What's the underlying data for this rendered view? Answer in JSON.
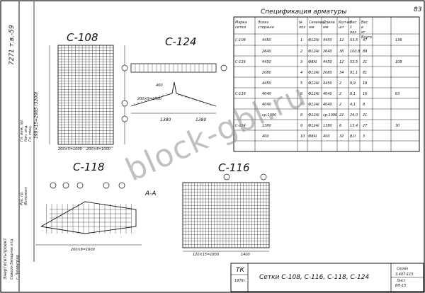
{
  "drawing": {
    "corner_label": "83",
    "side_stamp": "7271 т.в.-59",
    "watermark": "block-gbl.ru",
    "views": {
      "c108": "С-108",
      "c124": "С-124",
      "c118": "С-118",
      "c116": "С-116",
      "section": "А-А"
    },
    "spec": {
      "title": "Спецификация арматуры",
      "headers": [
        "Марка сетки",
        "Эскиз стержня",
        "№ поз",
        "Сечение мм",
        "Длина мм",
        "Кол-во шт",
        "Вес 1 поз",
        "Вес в кг Всего"
      ],
      "rows": [
        {
          "mark": "С-108",
          "sketch": "4450",
          "pos": "1",
          "sec": "Ф12АI",
          "len": "4450",
          "qty": "12",
          "w1": "53,5",
          "w2": "47",
          "total": "136"
        },
        {
          "mark": "",
          "sketch": "2640",
          "pos": "2",
          "sec": "Ф12АI",
          "len": "2640",
          "qty": "36",
          "w1": "100,8",
          "w2": "89",
          "total": ""
        },
        {
          "mark": "С-116",
          "sketch": "4450",
          "pos": "3",
          "sec": "Ф8АI",
          "len": "4450",
          "qty": "12",
          "w1": "53,5",
          "w2": "21",
          "total": "108"
        },
        {
          "mark": "",
          "sketch": "2080",
          "pos": "4",
          "sec": "Ф12АI",
          "len": "2080",
          "qty": "34",
          "w1": "91,1",
          "w2": "81",
          "total": ""
        },
        {
          "mark": "",
          "sketch": "4450",
          "pos": "5",
          "sec": "Ф12АI",
          "len": "4450",
          "qty": "2",
          "w1": "8,9",
          "w2": "18",
          "total": ""
        },
        {
          "mark": "С-118",
          "sketch": "4040",
          "pos": "6",
          "sec": "Ф12АI",
          "len": "4040",
          "qty": "2",
          "w1": "8,1",
          "w2": "16",
          "total": "63"
        },
        {
          "mark": "",
          "sketch": "4040",
          "pos": "7",
          "sec": "Ф12АI",
          "len": "4040",
          "qty": "2",
          "w1": "4,1",
          "w2": "8",
          "total": ""
        },
        {
          "mark": "",
          "sketch": "ср.1090",
          "pos": "8",
          "sec": "Ф12АI",
          "len": "ср.1090",
          "qty": "22",
          "w1": "24,0",
          "w2": "21",
          "total": ""
        },
        {
          "mark": "С-124",
          "sketch": "1380",
          "pos": "9",
          "sec": "Ф12АI",
          "len": "1380",
          "qty": "6",
          "w1": "13,4",
          "w2": "27",
          "total": "30"
        },
        {
          "mark": "",
          "sketch": "400",
          "pos": "10",
          "sec": "Ф8АI",
          "len": "400",
          "qty": "32",
          "w1": "8,0",
          "w2": "3",
          "total": ""
        }
      ]
    },
    "dims": {
      "c108_v": "199×15=2985 (3200)",
      "c108_h": "200×5=1000",
      "c108_hr": "200×4=1000",
      "c124_top": "1380",
      "c124_mid": "200×5=1000",
      "c124_l": "400",
      "c118_bot": "200×8=1600",
      "c116_bot": "120×15=1800",
      "c116_r": "1400"
    },
    "title_block": {
      "org": "ТК",
      "year": "1976г.",
      "name": "Сетки С-108, С-116, С-118, С-124",
      "series_label": "Серия",
      "series": "3.407-115",
      "sheet_label": "Лист",
      "sheet": "ВП-15"
    },
    "left_stamp": {
      "company": "Энергосетьпроект",
      "dept": "Северо-Западное отд.",
      "city": "г. Ленинград",
      "roles": [
        "Гл. инж. пр.",
        "Нач. отд.",
        "Гл. спец.",
        "Рук. гр.",
        "Исполнил"
      ]
    }
  }
}
